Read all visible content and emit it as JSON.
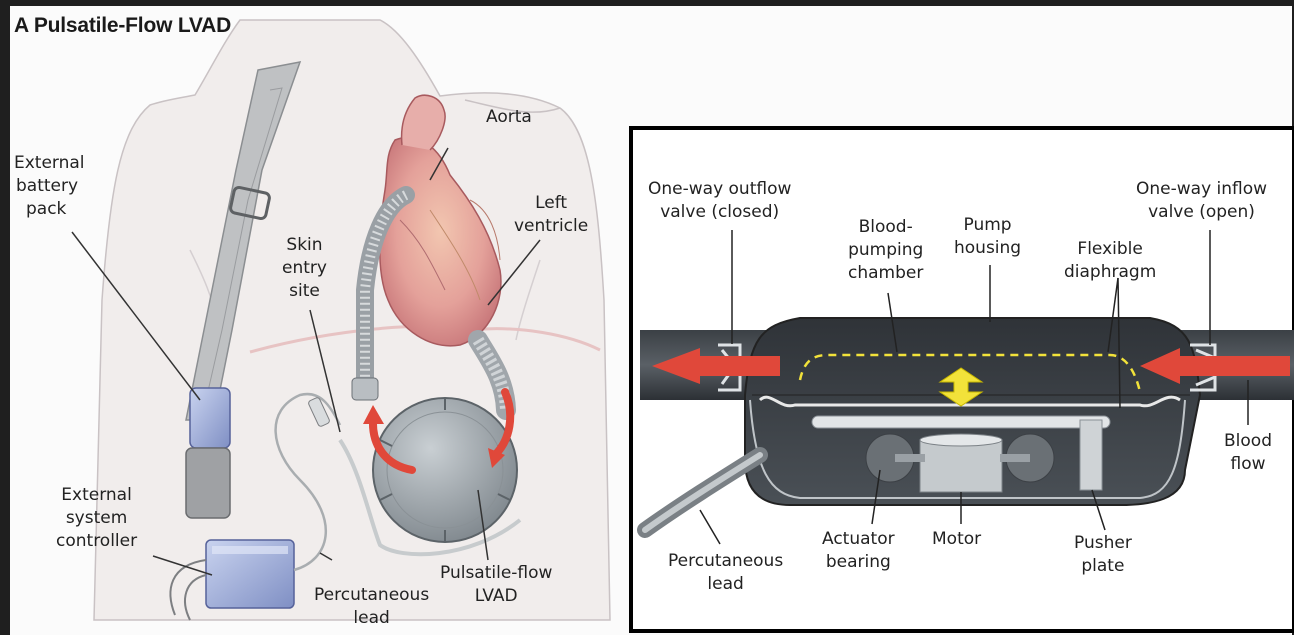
{
  "title": "A Pulsatile-Flow LVAD",
  "labels": {
    "external_battery_pack": [
      "External",
      "battery",
      "pack"
    ],
    "aorta": [
      "Aorta"
    ],
    "left_ventricle": [
      "Left",
      "ventricle"
    ],
    "skin_entry_site": [
      "Skin",
      "entry",
      "site"
    ],
    "external_system_controller": [
      "External",
      "system",
      "controller"
    ],
    "percutaneous_lead_body": [
      "Percutaneous",
      "lead"
    ],
    "pulsatile_flow_lvad": [
      "Pulsatile-flow",
      "LVAD"
    ],
    "one_way_outflow_valve": [
      "One-way outflow",
      "valve (closed)"
    ],
    "blood_pumping_chamber": [
      "Blood-",
      "pumping",
      "chamber"
    ],
    "pump_housing": [
      "Pump",
      "housing"
    ],
    "flexible_diaphragm": [
      "Flexible",
      "diaphragm"
    ],
    "one_way_inflow_valve": [
      "One-way inflow",
      "valve (open)"
    ],
    "blood_flow": [
      "Blood",
      "flow"
    ],
    "percutaneous_lead_inset": [
      "Percutaneous",
      "lead"
    ],
    "actuator_bearing": [
      "Actuator",
      "bearing"
    ],
    "motor": [
      "Motor"
    ],
    "pusher_plate": [
      "Pusher",
      "plate"
    ]
  },
  "colors": {
    "background": "#1f1f1f",
    "panel": "#fbfbfb",
    "skin": "#f2eeec",
    "heart": "#e39a9a",
    "flow_arrow": "#e0483a",
    "device_metal": "#9aa2a8",
    "inset_dark": "#3e4247",
    "diaphragm_dash": "#f2e23a"
  }
}
